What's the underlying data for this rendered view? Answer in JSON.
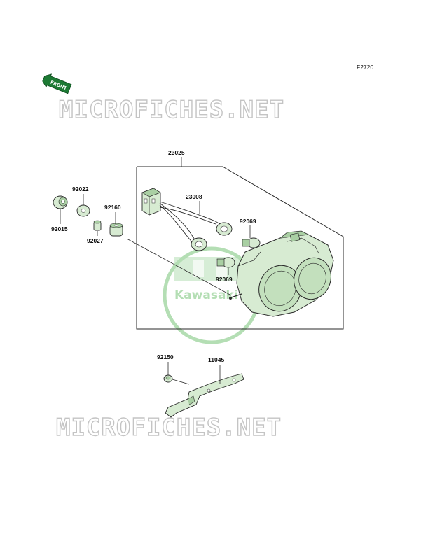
{
  "figure_code": "F2720",
  "front_label": "FRONT",
  "watermark_text": "MICROFICHES.NET",
  "brand_text": "Kawasaki",
  "parts": {
    "p23025": "23025",
    "p23008": "23008",
    "p92022": "92022",
    "p92015": "92015",
    "p92160": "92160",
    "p92027": "92027",
    "p92069a": "92069",
    "p92069b": "92069",
    "p92150": "92150",
    "p11045": "11045"
  },
  "colors": {
    "line": "#2a2a2a",
    "part_fill": "#d7ebd2",
    "part_dark": "#a9cfa3",
    "front_arrow": "#1d7a34",
    "brand_green": "#7cc47c",
    "watermark": "#c4c4c4"
  }
}
